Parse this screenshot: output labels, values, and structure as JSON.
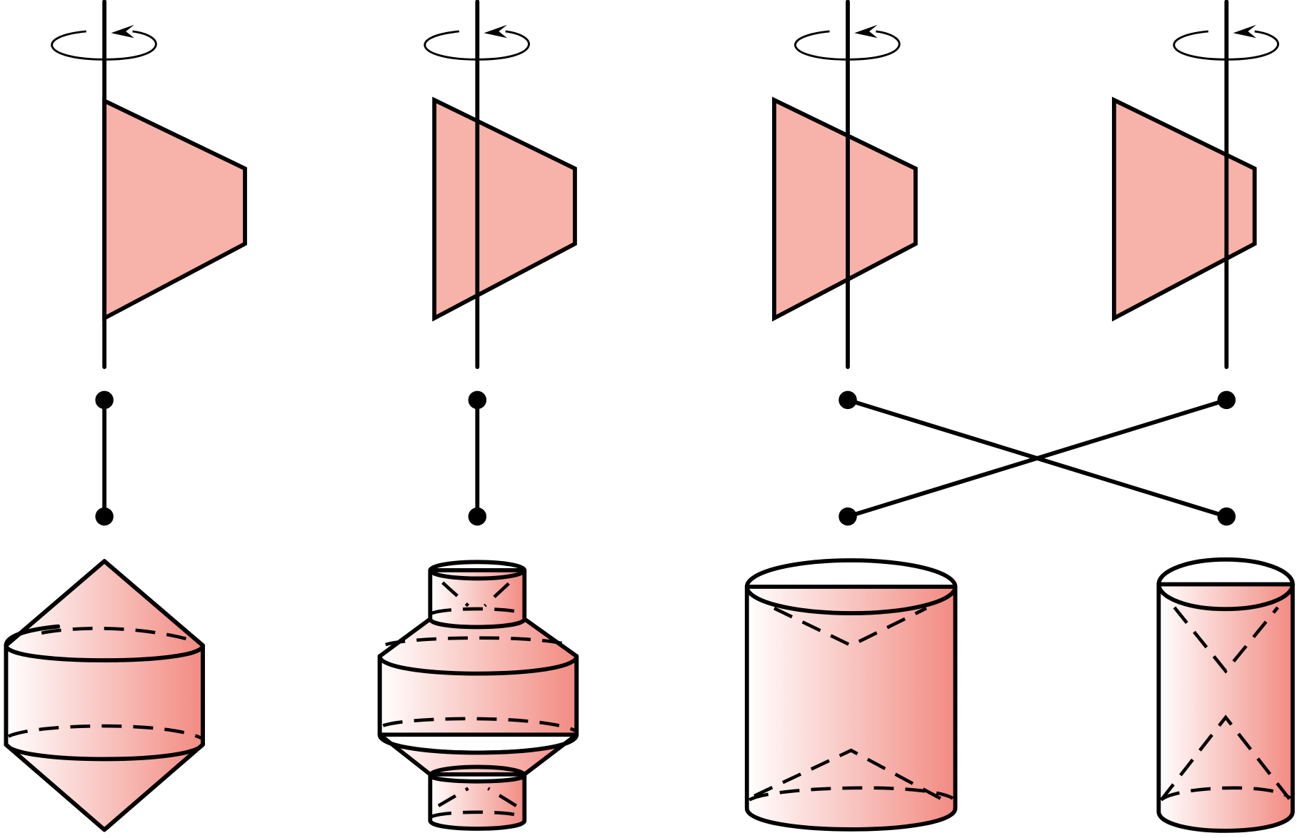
{
  "colors": {
    "trapezoid_fill": "#f7b2a9",
    "solid_gradient_start": "#ffffff",
    "solid_gradient_end": "#f28b82",
    "line": "#000000"
  },
  "columns": [
    {
      "axis": "rotation-axis-1",
      "shape": "trapezoid-right-of-axis",
      "result": "double-cone-with-cylinder"
    },
    {
      "axis": "rotation-axis-2",
      "shape": "trapezoid-straddling-axis",
      "result": "stacked-cylinders-and-frustums"
    },
    {
      "axis": "rotation-axis-3",
      "shape": "trapezoid-straddling-axis",
      "result": "wide-cylinder-with-conical-hollows"
    },
    {
      "axis": "rotation-axis-4",
      "shape": "trapezoid-left-of-axis",
      "result": "narrow-cylinder-with-conical-hollows"
    }
  ],
  "matching": [
    {
      "from": 1,
      "to": 1
    },
    {
      "from": 2,
      "to": 2
    },
    {
      "from": 3,
      "to": 4
    },
    {
      "from": 4,
      "to": 3
    }
  ]
}
